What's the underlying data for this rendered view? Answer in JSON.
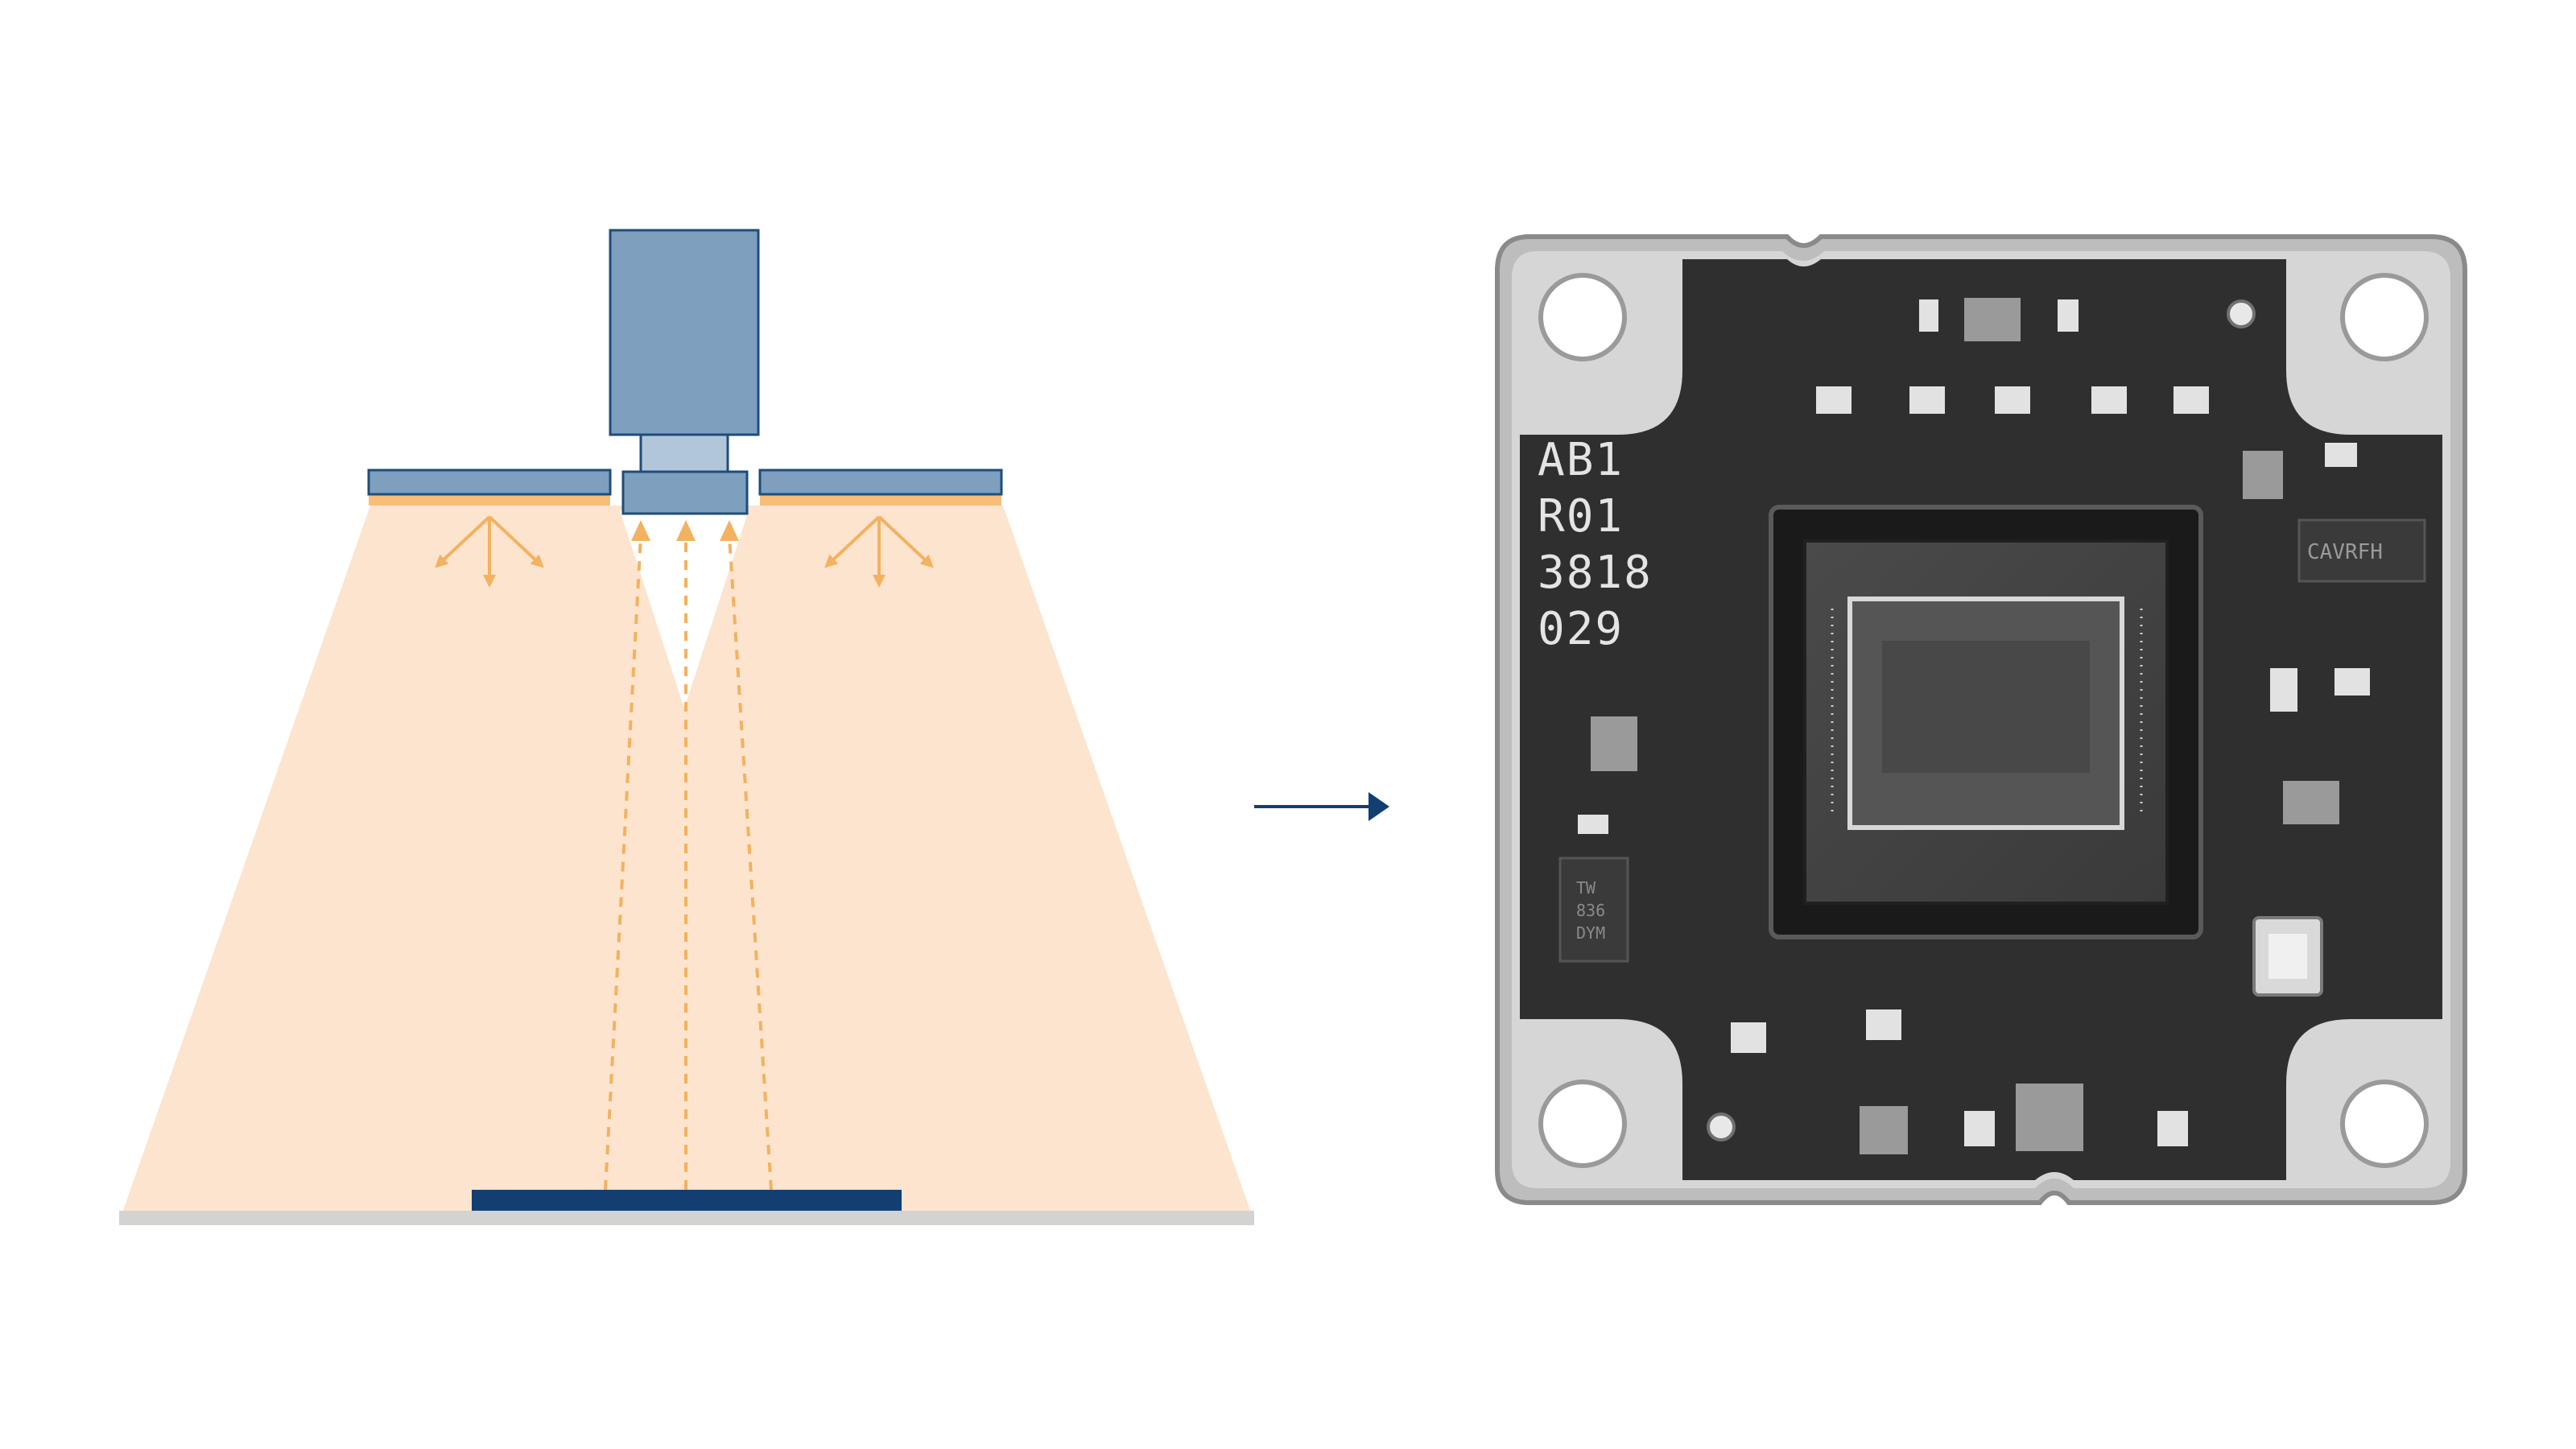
{
  "diagram": {
    "colors": {
      "light_cone": "#fde4ce",
      "light_strip": "#f7be7a",
      "ray_arrows": "#f2b25f",
      "panel_blue": "#7e9fbe",
      "panel_edge": "#1f4d7a",
      "lens_light": "#b2c6da",
      "target_dark_blue": "#133e72",
      "ground_gray": "#d3d3d1",
      "connector_arrow": "#133e72",
      "pcb_body": "#2f2f2f",
      "pcb_metal_frame": "#c8c8c8"
    }
  },
  "board": {
    "marking_lines": [
      "AB1",
      "R01",
      "3818",
      "029"
    ],
    "chip_left_lines": [
      "TW",
      "836",
      "DYM"
    ],
    "chip_right_label": "CAVRFH"
  }
}
